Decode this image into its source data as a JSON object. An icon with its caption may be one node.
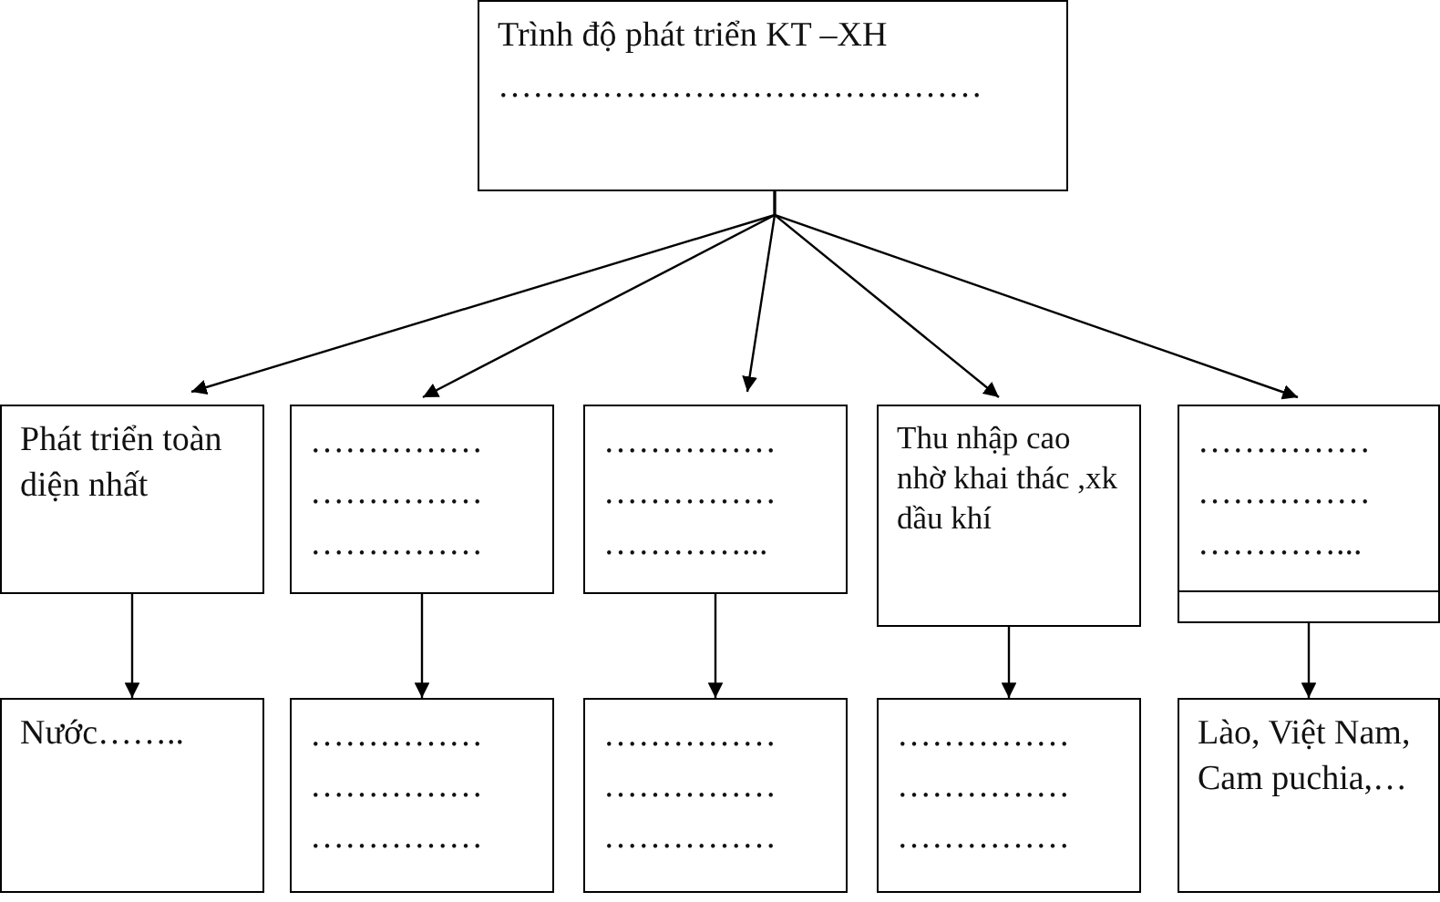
{
  "diagram": {
    "nodes": [
      {
        "text": [
          "Trình độ phát triển KT –XH",
          "……………………………………"
        ]
      },
      {
        "text": [
          "Phát triển toàn diện nhất"
        ]
      },
      {
        "text": [
          "……………",
          "……………",
          "……………"
        ]
      },
      {
        "text": [
          "……………",
          "……………",
          "…………..."
        ]
      },
      {
        "text": [
          "Thu nhập cao nhờ khai thác ,xk dầu khí"
        ]
      },
      {
        "text": [
          "……………",
          "……………",
          "…………..."
        ]
      },
      {
        "text": [
          "Nước…….."
        ]
      },
      {
        "text": [
          "……………",
          "……………",
          "……………"
        ]
      },
      {
        "text": [
          "……………",
          "……………",
          "……………"
        ]
      },
      {
        "text": [
          "……………",
          "……………",
          "……………"
        ]
      },
      {
        "text": [
          "Lào, Việt Nam, Cam puchia,…"
        ]
      }
    ],
    "edges": [
      {
        "from": 0,
        "to": 1,
        "arrow": "to"
      },
      {
        "from": 0,
        "to": 2,
        "arrow": "to"
      },
      {
        "from": 0,
        "to": 3,
        "arrow": "to"
      },
      {
        "from": 0,
        "to": 4,
        "arrow": "to"
      },
      {
        "from": 0,
        "to": 5,
        "arrow": "to"
      },
      {
        "from": 1,
        "to": 6,
        "arrow": "to"
      },
      {
        "from": 2,
        "to": 7,
        "arrow": "to"
      },
      {
        "from": 3,
        "to": 8,
        "arrow": "to"
      },
      {
        "from": 4,
        "to": 9,
        "arrow": "to"
      },
      {
        "from": 5,
        "to": 10,
        "arrow": "to"
      }
    ]
  }
}
